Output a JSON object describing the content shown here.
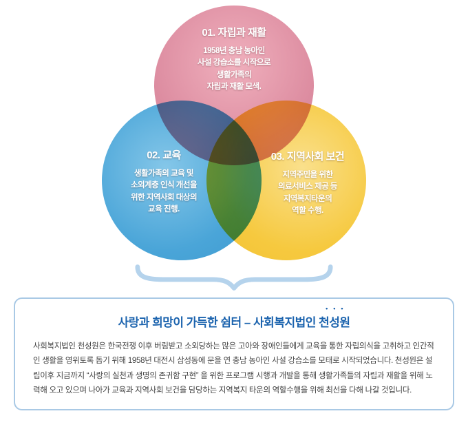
{
  "venn": {
    "circles": [
      {
        "id": "rehab",
        "title": "01. 자립과 재활",
        "body": "1958년 충남 농아인\n사설 강습소를 시작으로\n생활가족의\n자립과 재활 모색.",
        "color": "#d9879b"
      },
      {
        "id": "education",
        "title": "02. 교육",
        "body": "생활가족의 교육 및\n소외계층 인식 개선을\n위한 지역사회 대상의\n교육 진행.",
        "color": "#43a3d6"
      },
      {
        "id": "health",
        "title": "03. 지역사회 보건",
        "body": "지역주민을 위한\n의료서비스 제공 등\n지역복지타운의\n역할 수행.",
        "color": "#f5c73e"
      }
    ],
    "overlap_colors": {
      "rehab_education": "#7d87c2",
      "rehab_health": "#ab7a5e",
      "education_health": "#5fae71",
      "center": "#9a9a9a"
    }
  },
  "brace": {
    "color": "#b5d3ec"
  },
  "info": {
    "title_main": "사랑과 희망이 가득한 쉼터 – 사회복지법인 ",
    "title_emph": "천성원",
    "emphasis_dots": "•••",
    "title_color": "#1b63ae",
    "box_border_color": "#a9c9e5",
    "body": "사회복지법인 천성원은 한국전쟁 이후 버림받고 소외당하는 많은 고아와 장애인들에게 교육을 통한 자립의식을 고취하고 인간적인 생활을 영위토록 돕기 위해 1958년 대전시 삼성동에 문을 연 충남 농아인 사설 강습소를 모태로 시작되었습니다. 천성원은 설립이후 지금까지 “사랑의 실천과 생명의 존귀함 구현” 을 위한 프로그램 시행과 개발을 통해 생활가족들의 자립과 재활을 위해 노력해 오고 있으며 나아가 교육과 지역사회 보건을 담당하는 지역복지 타운의 역할수행을 위해 최선을 다해 나갈 것입니다."
  }
}
